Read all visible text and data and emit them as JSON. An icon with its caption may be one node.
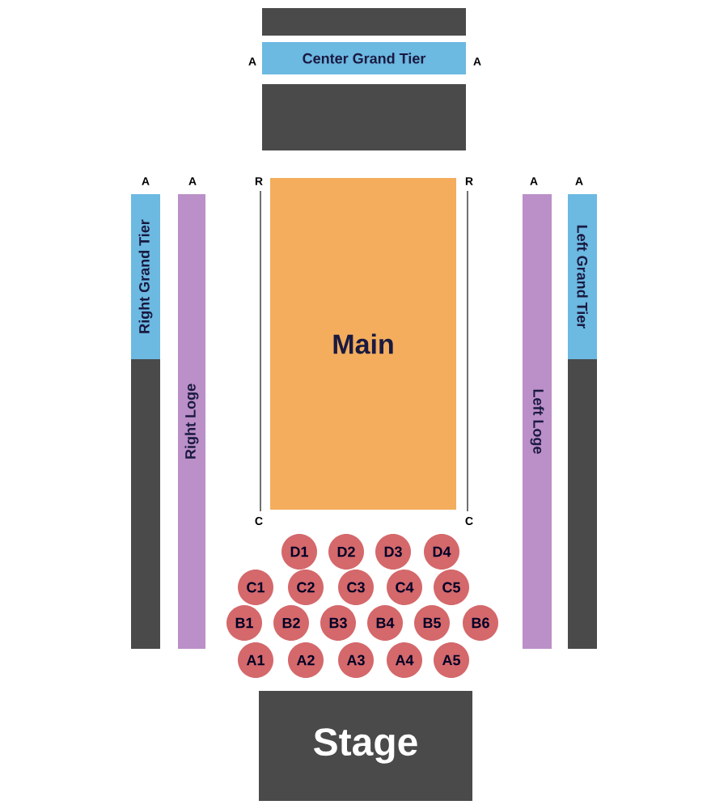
{
  "diagram": {
    "nodes": [
      {
        "text": [],
        "shape": "box"
      },
      {
        "text": [
          "Center Grand Tier"
        ]
      },
      {
        "text": [],
        "shape": "box"
      },
      {
        "text": [
          "Right Grand Tier"
        ]
      },
      {
        "text": [
          "Right Loge"
        ]
      },
      {
        "text": [
          "Main"
        ]
      },
      {
        "text": [
          "Left Loge"
        ]
      },
      {
        "text": [
          "Left Grand Tier"
        ]
      },
      {
        "text": [],
        "shape": "box"
      },
      {
        "text": [],
        "shape": "box"
      },
      {
        "text": [
          "D1"
        ]
      },
      {
        "text": [
          "D2"
        ]
      },
      {
        "text": [
          "D3"
        ]
      },
      {
        "text": [
          "D4"
        ]
      },
      {
        "text": [
          "C1"
        ]
      },
      {
        "text": [
          "C2"
        ]
      },
      {
        "text": [
          "C3"
        ]
      },
      {
        "text": [
          "C4"
        ]
      },
      {
        "text": [
          "C5"
        ]
      },
      {
        "text": [
          "B1"
        ]
      },
      {
        "text": [
          "B2"
        ]
      },
      {
        "text": [
          "B3"
        ]
      },
      {
        "text": [
          "B4"
        ]
      },
      {
        "text": [
          "B5"
        ]
      },
      {
        "text": [
          "B6"
        ]
      },
      {
        "text": [
          "A1"
        ]
      },
      {
        "text": [
          "A2"
        ]
      },
      {
        "text": [
          "A3"
        ]
      },
      {
        "text": [
          "A4"
        ]
      },
      {
        "text": [
          "A5"
        ]
      },
      {
        "text": [
          "Stage"
        ]
      }
    ],
    "labels": [
      "A",
      "A",
      "A",
      "A",
      "R",
      "R",
      "A",
      "A",
      "C",
      "C"
    ]
  }
}
